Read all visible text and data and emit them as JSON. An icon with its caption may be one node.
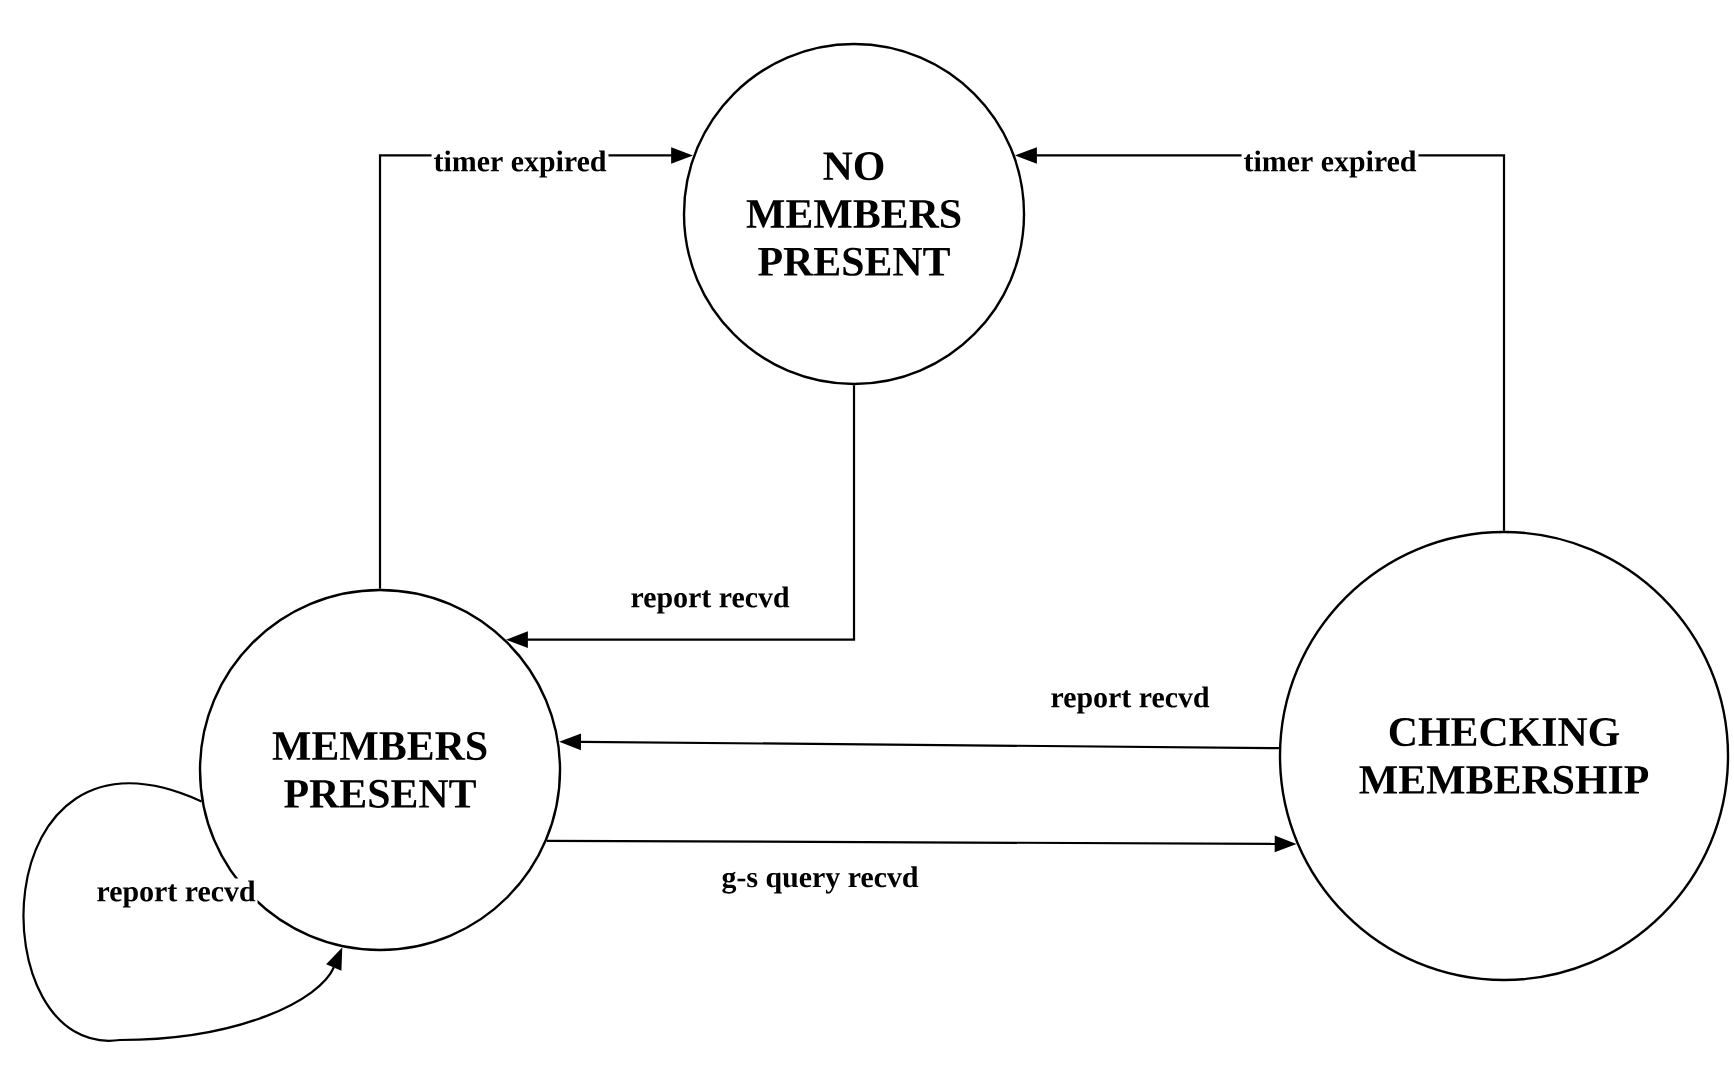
{
  "diagram": {
    "nodes": [
      {
        "text": [
          "NO MEMBERS PRESENT"
        ]
      },
      {
        "text": [
          "MEMBERS PRESENT"
        ]
      },
      {
        "text": [
          "CHECKING MEMBERSHIP"
        ]
      }
    ],
    "edges": [
      {
        "from": 1,
        "to": 0,
        "arrow": "to",
        "label": "timer expired"
      },
      {
        "from": 2,
        "to": 0,
        "arrow": "to",
        "label": "timer expired"
      },
      {
        "from": 0,
        "to": 1,
        "arrow": "to",
        "label": "report recvd"
      },
      {
        "from": 2,
        "to": 1,
        "arrow": "to",
        "label": "report recvd"
      },
      {
        "from": 1,
        "to": 2,
        "arrow": "to",
        "label": "g-s query recvd"
      },
      {
        "from": 1,
        "to": 1,
        "arrow": "to",
        "label": "report recvd"
      }
    ]
  }
}
